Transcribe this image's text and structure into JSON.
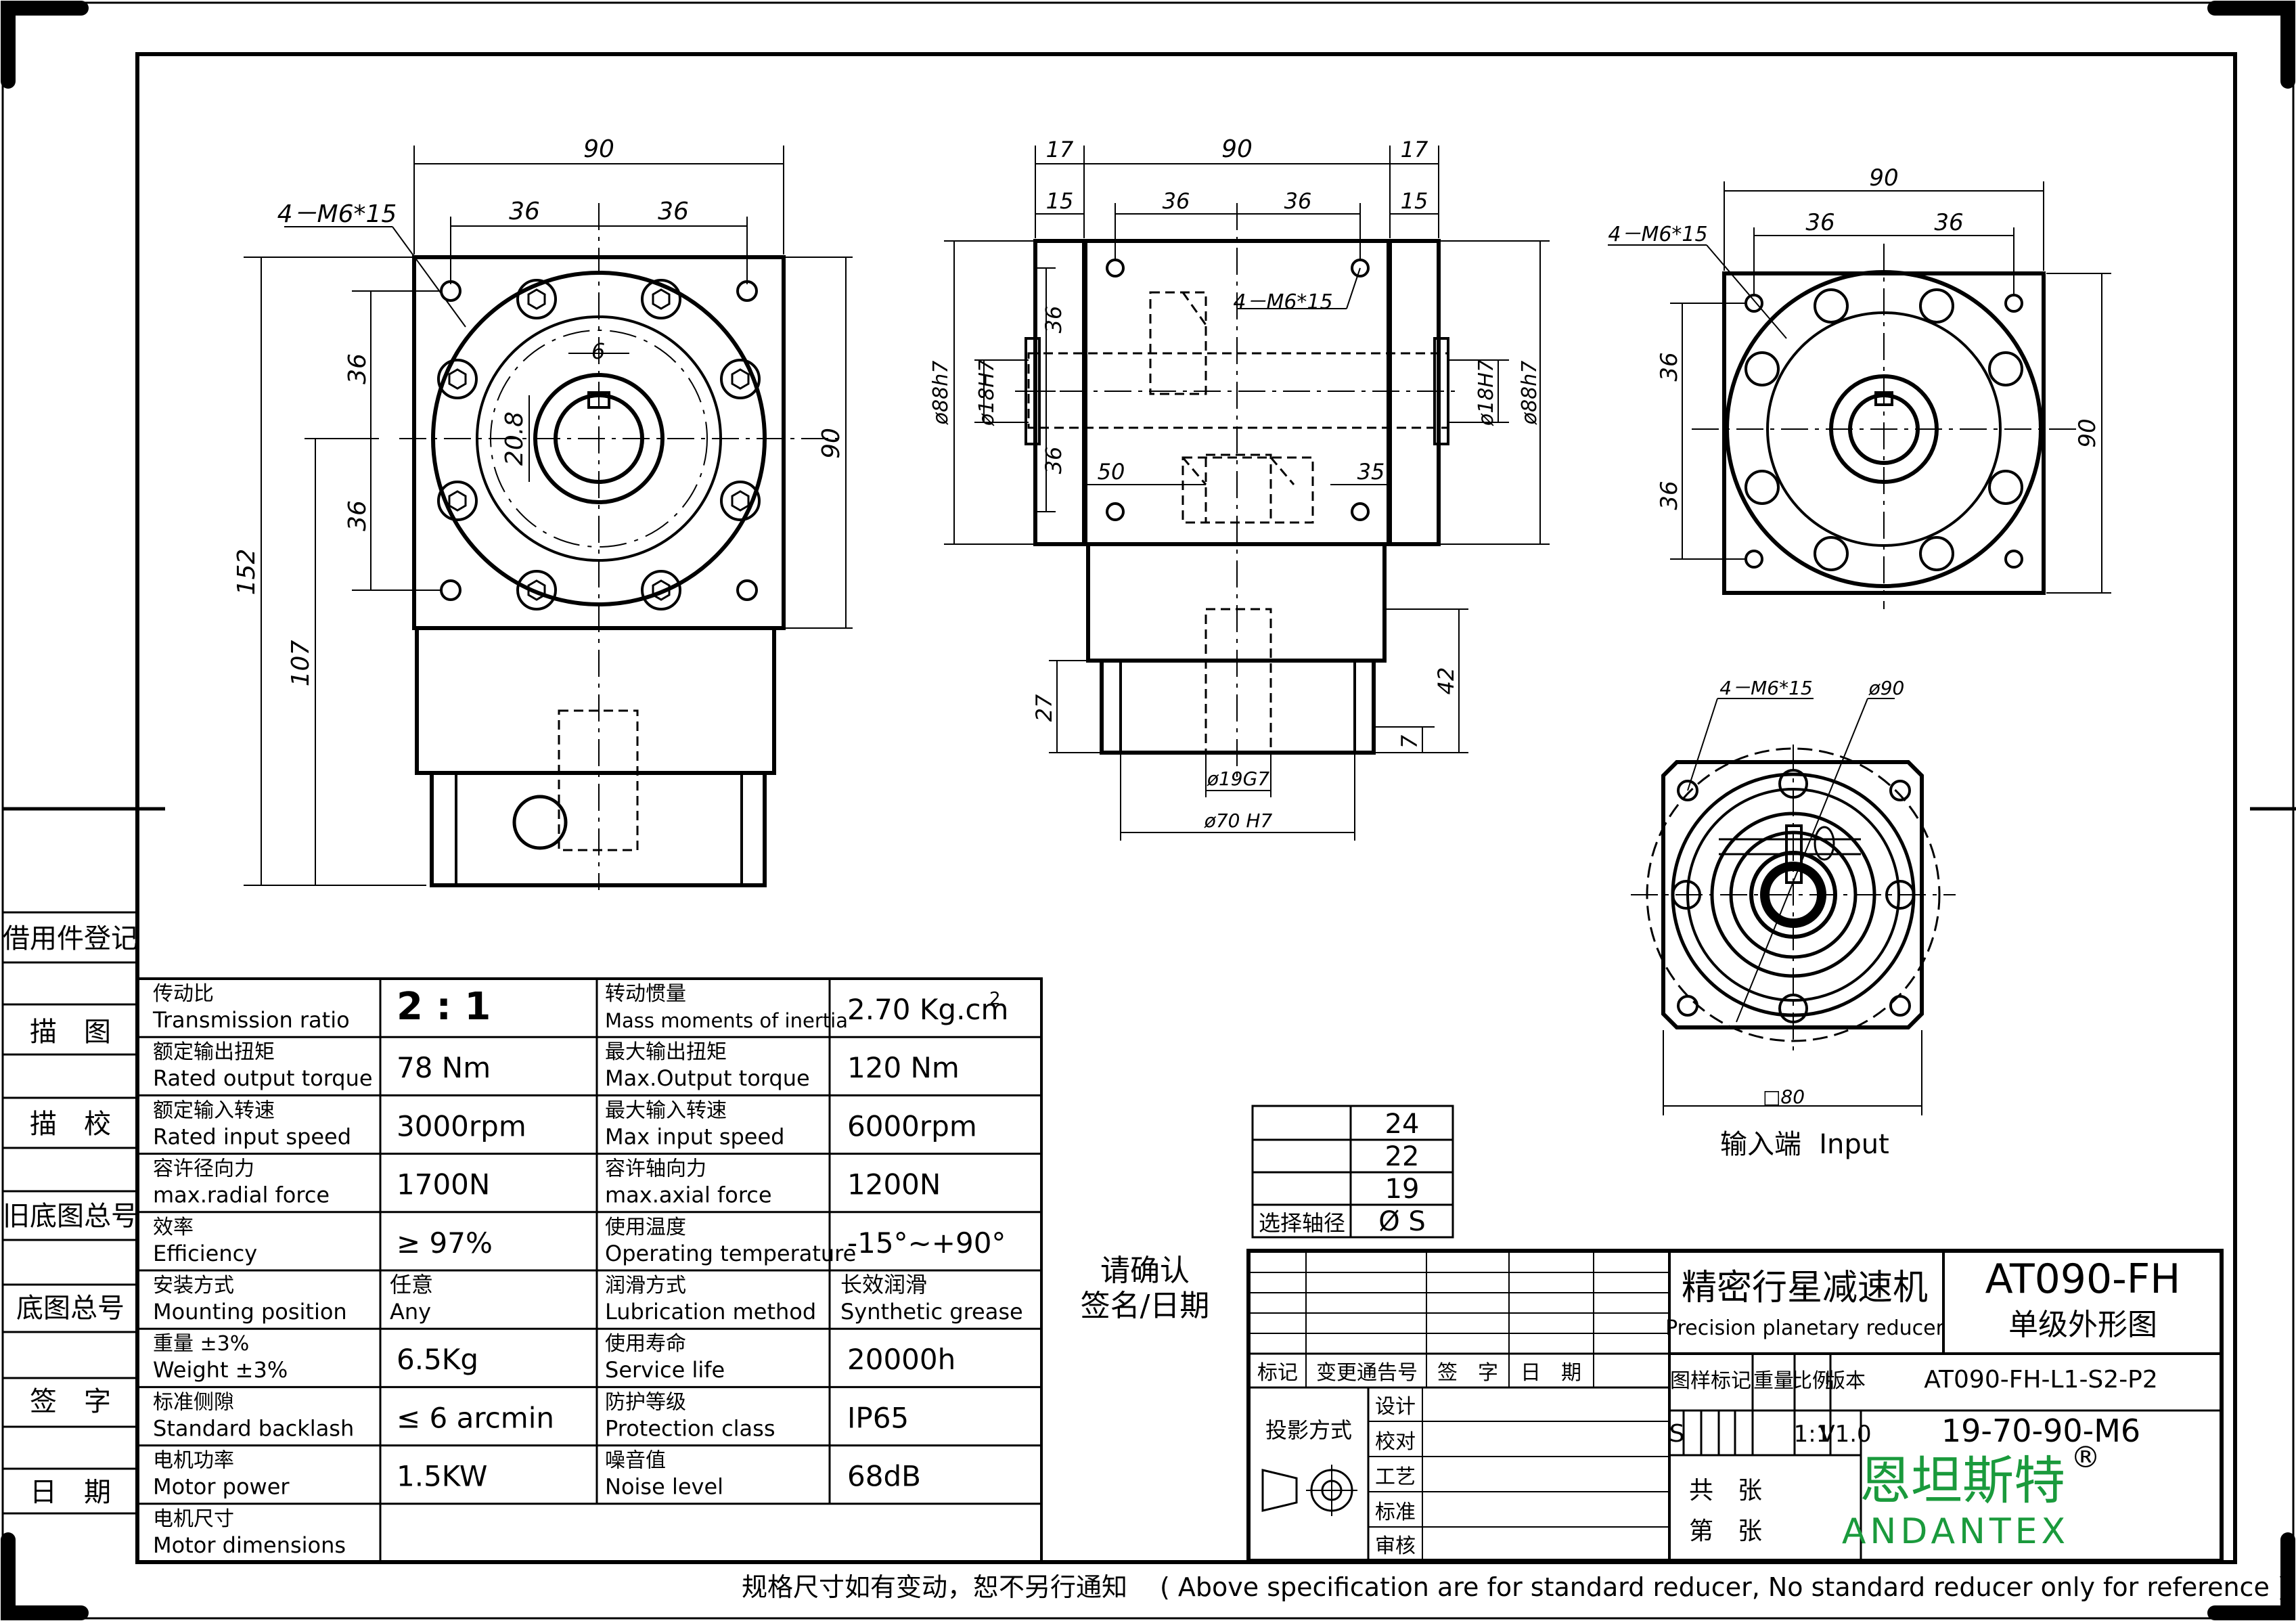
{
  "side_labels": [
    "借用件登记",
    "描　图",
    "描　校",
    "旧底图总号",
    "底图总号",
    "签　字",
    "日　期"
  ],
  "specs": [
    {
      "cn1": "传动比",
      "en1": "Transmission ratio",
      "v1": "2 : 1",
      "cn2": "转动惯量",
      "en2": "Mass moments of inertia",
      "v2": "2.70 Kg.cm",
      "v2sup": "2"
    },
    {
      "cn1": "额定输出扭矩",
      "en1": "Rated output torque",
      "v1": "78 Nm",
      "cn2": "最大输出扭矩",
      "en2": "Max.Output torque",
      "v2": "120 Nm"
    },
    {
      "cn1": "额定输入转速",
      "en1": "Rated input speed",
      "v1": "3000rpm",
      "cn2": "最大输入转速",
      "en2": "Max input speed",
      "v2": "6000rpm"
    },
    {
      "cn1": "容许径向力",
      "en1": "max.radial force",
      "v1": "1700N",
      "cn2": "容许轴向力",
      "en2": "max.axial  force",
      "v2": "1200N"
    },
    {
      "cn1": "效率",
      "en1": "Efficiency",
      "v1": "≥ 97%",
      "cn2": "使用温度",
      "en2": "Operating temperature",
      "v2": "-15°~+90°"
    },
    {
      "cn1": "安装方式",
      "en1": "Mounting position",
      "v1": "任意",
      "v1b": "Any",
      "cn2": "润滑方式",
      "en2": "Lubrication method",
      "v2": "长效润滑",
      "v2b": "Synthetic grease"
    },
    {
      "cn1": "重量 ±3%",
      "en1": "Weight ±3%",
      "v1": "6.5Kg",
      "cn2": "使用寿命",
      "en2": "Service life",
      "v2": "20000h"
    },
    {
      "cn1": "标准侧隙",
      "en1": "Standard backlash",
      "v1": "≤ 6 arcmin",
      "cn2": "防护等级",
      "en2": "Protection class",
      "v2": "IP65"
    },
    {
      "cn1": "电机功率",
      "en1": "Motor power",
      "v1": "1.5KW",
      "cn2": "噪音值",
      "en2": "Noise level",
      "v2": "68dB"
    },
    {
      "cn1": "电机尺寸",
      "en1": "Motor dimensions",
      "v1": "",
      "cn2": "",
      "en2": "",
      "v2": ""
    }
  ],
  "shaft_table": {
    "values": [
      "24",
      "22",
      "19"
    ],
    "label": "选择轴径",
    "header": "Ø S"
  },
  "confirm": {
    "line1": "请确认",
    "line2": "签名/日期"
  },
  "title_block": {
    "product_cn": "精密行星减速机",
    "product_en": "Precision planetary reducer",
    "model": "AT090-FH",
    "drawing_type": "单级外形图",
    "revision_headers": [
      "标记",
      "变更通告号",
      "签　字",
      "日　期"
    ],
    "projection": "投影方式",
    "roles": [
      "设计",
      "校对",
      "工艺",
      "标准",
      "审核"
    ],
    "meta_headers": [
      "图样标记",
      "重量",
      "比例",
      "版本"
    ],
    "part_code": "AT090-FH-L1-S2-P2",
    "mark": "S",
    "scale": "1:1",
    "version": "V1.0",
    "spec_code": "19-70-90-M6",
    "total": "共　张",
    "sheet": "第　张",
    "company_cn": "恩坦斯特",
    "company_en": "ANDANTEX",
    "registered": "®"
  },
  "footer": {
    "cn": "规格尺寸如有变动，恕不另行通知",
    "en": "( Above specification are for standard reducer, No standard reducer only for reference )"
  },
  "view1": {
    "w": "90",
    "a": "36",
    "b": "36",
    "note": "4－M6*15",
    "h1": "36",
    "h2": "36",
    "key": "6",
    "depth": "20.8",
    "hr": "90",
    "total": "152",
    "lower": "107"
  },
  "view2": {
    "l": "17",
    "m": "90",
    "r": "17",
    "l2": "15",
    "a": "36",
    "b": "36",
    "r2": "15",
    "note": "4－M6*15",
    "d1": "ø88h7",
    "d2": "ø18H7",
    "d3": "ø18H7",
    "d4": "ø88h7",
    "s36a": "36",
    "s36b": "36",
    "n50": "50",
    "n35": "35",
    "n27": "27",
    "n42": "42",
    "n7": "7",
    "d19": "ø19G7",
    "d70": "ø70 H7"
  },
  "view3": {
    "w": "90",
    "a": "36",
    "b": "36",
    "note": "4－M6*15",
    "h1": "36",
    "h2": "36",
    "hr": "90"
  },
  "view4": {
    "note": "4－M6*15",
    "dia": "ø90",
    "sq": "□80",
    "label_cn": "输入端",
    "label_en": "Input"
  }
}
